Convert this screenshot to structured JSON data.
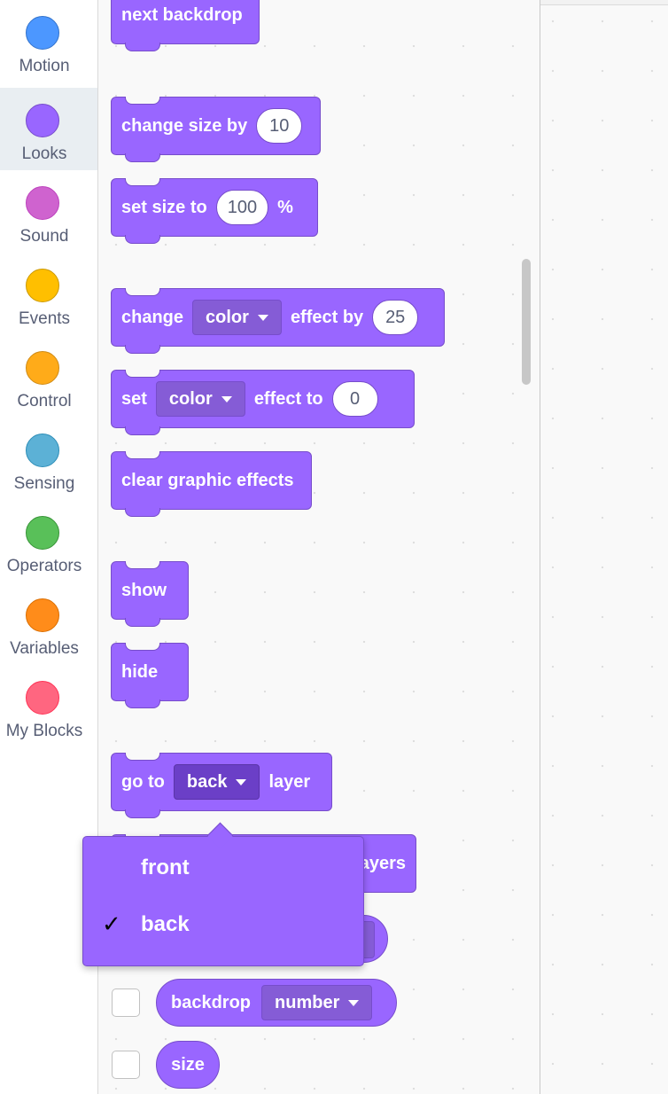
{
  "categories": [
    {
      "label": "Motion",
      "color": "#4c97ff",
      "active": false
    },
    {
      "label": "Looks",
      "color": "#9966ff",
      "active": true
    },
    {
      "label": "Sound",
      "color": "#cf63cf",
      "active": false
    },
    {
      "label": "Events",
      "color": "#ffbf00",
      "active": false
    },
    {
      "label": "Control",
      "color": "#ffab19",
      "active": false
    },
    {
      "label": "Sensing",
      "color": "#5cb1d6",
      "active": false
    },
    {
      "label": "Operators",
      "color": "#59c059",
      "active": false
    },
    {
      "label": "Variables",
      "color": "#ff8c1a",
      "active": false
    },
    {
      "label": "My Blocks",
      "color": "#ff6680",
      "active": false
    }
  ],
  "blocks": {
    "next_backdrop": "next backdrop",
    "change_size": {
      "text": "change size by",
      "value": "10"
    },
    "set_size": {
      "text": "set size to",
      "value": "100",
      "suffix": "%"
    },
    "change_effect": {
      "text": "change",
      "menu": "color",
      "text2": "effect by",
      "value": "25"
    },
    "set_effect": {
      "text": "set",
      "menu": "color",
      "text2": "effect to",
      "value": "0"
    },
    "clear_effects": "clear graphic effects",
    "show": "show",
    "hide": "hide",
    "go_to_layer": {
      "text": "go to",
      "menu": "back",
      "text2": "layer"
    },
    "go_layers_partial": "ayers",
    "backdrop_reporter": {
      "text": "backdrop",
      "menu": "number"
    },
    "size_reporter": "size"
  },
  "dropdown_menu": {
    "items": [
      {
        "label": "front",
        "checked": false
      },
      {
        "label": "back",
        "checked": true
      }
    ],
    "check_glyph": "✓"
  },
  "colors": {
    "looks_primary": "#9966ff",
    "looks_border": "#774dcb",
    "looks_menu_open": "#6b3fc7",
    "sidebar_active_bg": "#e9eef2",
    "label_text": "#575e75"
  }
}
